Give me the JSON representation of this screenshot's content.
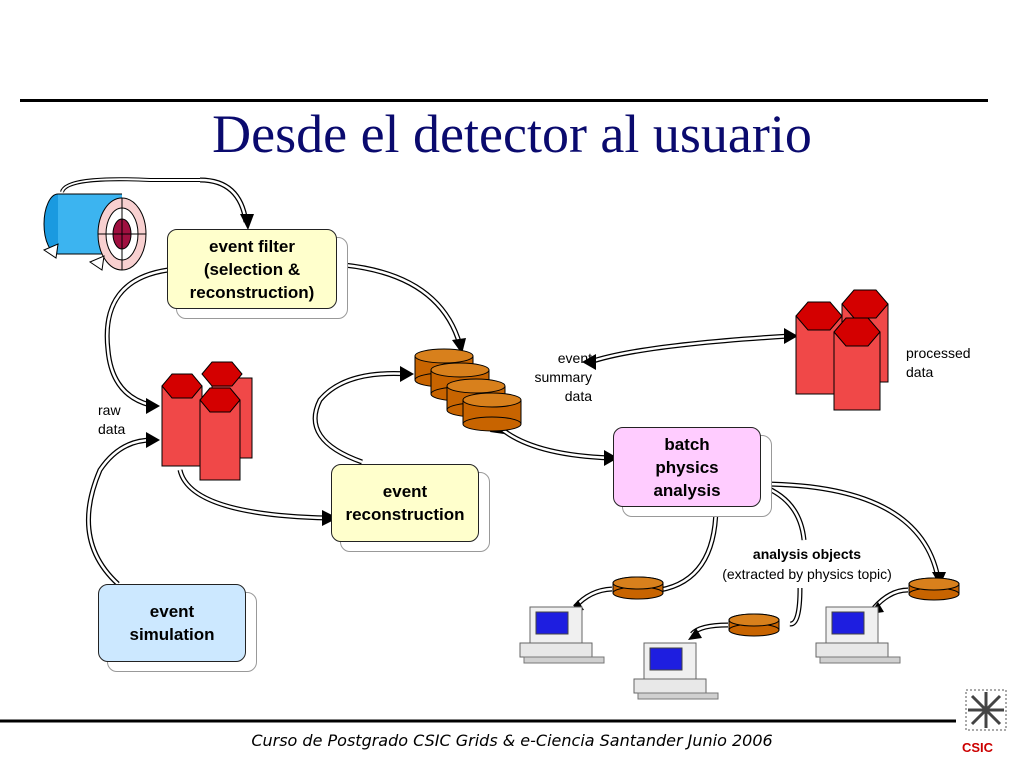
{
  "slide": {
    "title": "Desde el detector al usuario",
    "footer": "Curso de Postgrado CSIC  Grids & e-Ciencia  Santander  Junio 2006",
    "logo_text": "CSIC"
  },
  "boxes": {
    "event_filter": "event filter\n(selection &\nreconstruction)",
    "event_reconstruction": "event\nreconstruction",
    "event_simulation": "event\nsimulation",
    "batch_analysis": "batch\nphysics\nanalysis"
  },
  "labels": {
    "raw_data": "raw\ndata",
    "event_summary_data": "event\nsummary\ndata",
    "processed_data": "processed\ndata",
    "analysis_objects": "analysis objects",
    "analysis_objects_sub": "(extracted by physics topic)"
  },
  "colors": {
    "title": "#0a0a6e",
    "filter_box": "#ffffcc",
    "reco_box": "#ffffcc",
    "sim_box": "#cce8ff",
    "batch_box": "#ffccff",
    "storage_red": "#e02020",
    "tape_orange": "#c86400"
  }
}
